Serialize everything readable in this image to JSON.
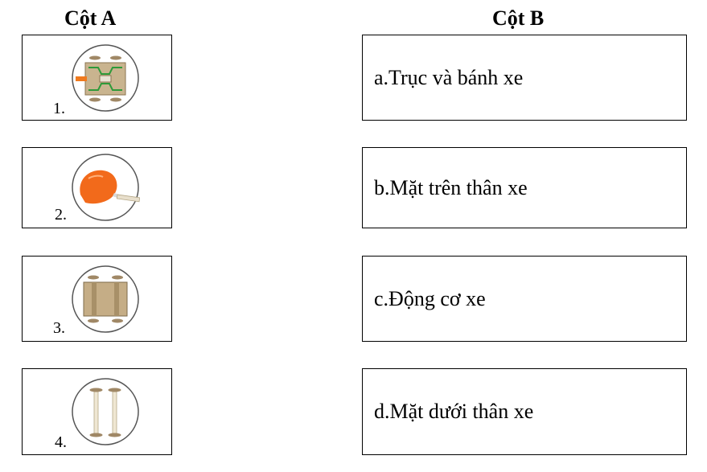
{
  "headers": {
    "col_a": "Cột A",
    "col_b": "Cột B"
  },
  "column_a": [
    {
      "number": "1.",
      "icon": "car-chassis-top-icon"
    },
    {
      "number": "2.",
      "icon": "balloon-icon"
    },
    {
      "number": "3.",
      "icon": "car-body-bottom-icon"
    },
    {
      "number": "4.",
      "icon": "axle-wheels-icon"
    }
  ],
  "column_b": [
    {
      "label": "a.Trục và bánh xe"
    },
    {
      "label": "b.Mặt trên thân xe"
    },
    {
      "label": "c.Động cơ xe"
    },
    {
      "label": "d.Mặt dưới thân xe"
    }
  ]
}
